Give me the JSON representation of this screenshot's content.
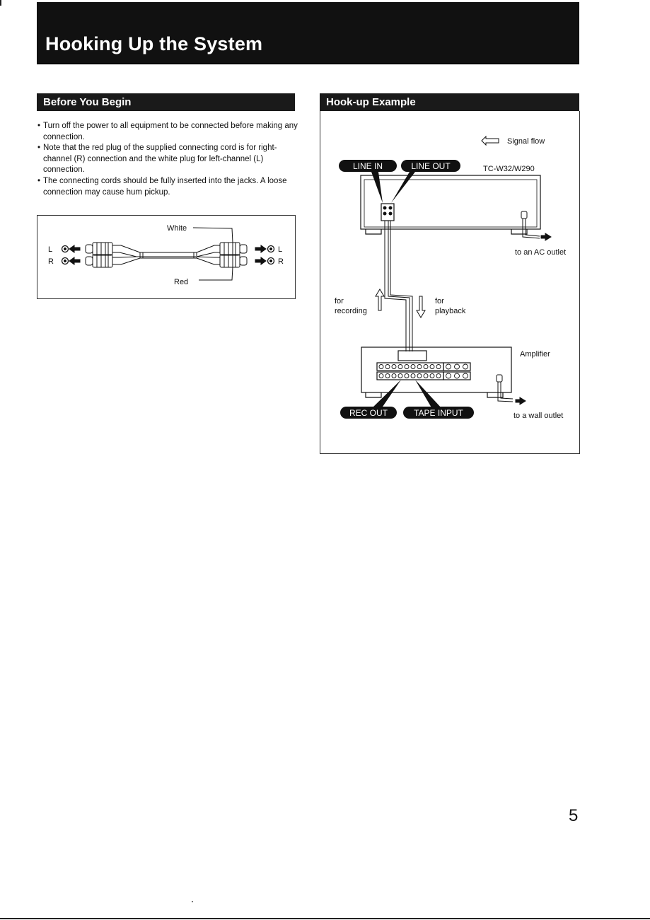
{
  "page": {
    "title": "Hooking Up the System",
    "page_number": "5"
  },
  "before": {
    "heading": "Before You Begin",
    "bullets": [
      "Turn off the power to all equipment to be connected before making any connection.",
      "Note that the red plug of the supplied connecting cord is for right-channel (R) connection and the white plug for left-channel (L) connection.",
      "The connecting cords should be fully inserted into the jacks. A loose connection may cause hum pickup."
    ],
    "cable": {
      "white": "White",
      "red": "Red",
      "l": "L",
      "r": "R"
    }
  },
  "hookup": {
    "heading": "Hook-up Example",
    "signal_flow": "Signal flow",
    "deck_model": "TC-W32/W290",
    "line_in": "LINE IN",
    "line_out": "LINE OUT",
    "to_ac_outlet": "to an AC outlet",
    "for1": "for",
    "recording": "recording",
    "for2": "for",
    "playback": "playback",
    "amplifier": "Amplifier",
    "rec_out": "REC OUT",
    "tape_input": "TAPE INPUT",
    "to_wall_outlet": "to a wall outlet"
  }
}
